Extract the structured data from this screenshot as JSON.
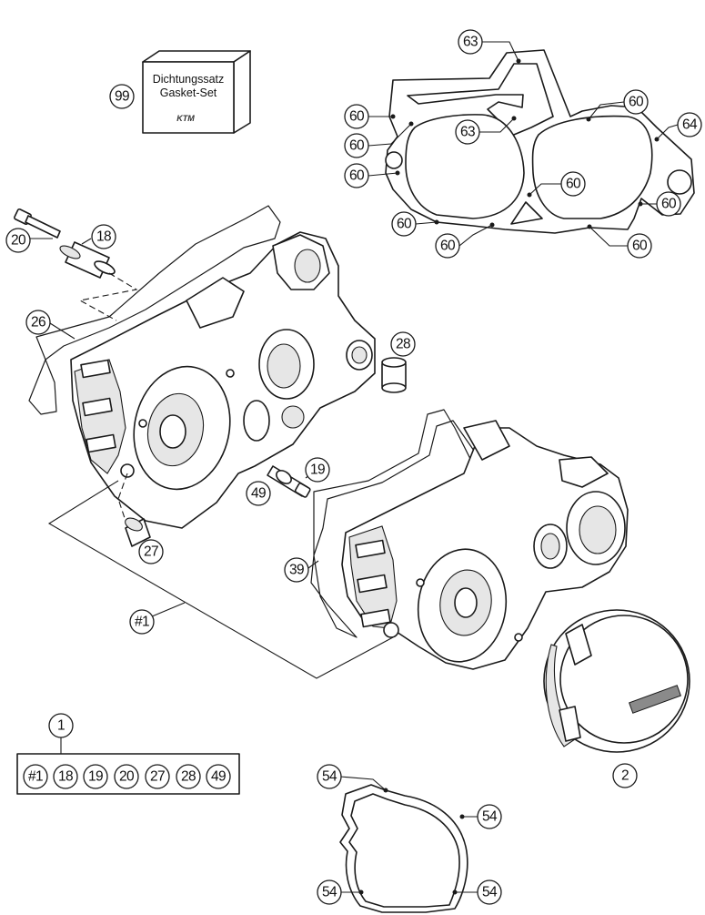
{
  "callouts": {
    "kit_number": "99",
    "kit_line_1": "Dichtungssatz",
    "kit_line_2": "Gasket-Set",
    "kit_logo": "KTM",
    "c63a": "63",
    "c63b": "63",
    "c64": "64",
    "c60": [
      "60",
      "60",
      "60",
      "60",
      "60",
      "60",
      "60",
      "60",
      "60"
    ],
    "c20": "20",
    "c18": "18",
    "c26": "26",
    "c28": "28",
    "c19": "19",
    "c49": "49",
    "c27": "27",
    "c39": "39",
    "c_set": "#1",
    "c1": "1",
    "c2": "2",
    "c54": [
      "54",
      "54",
      "54",
      "54"
    ]
  },
  "kit_contents": [
    "#1",
    "18",
    "19",
    "20",
    "27",
    "28",
    "49"
  ]
}
